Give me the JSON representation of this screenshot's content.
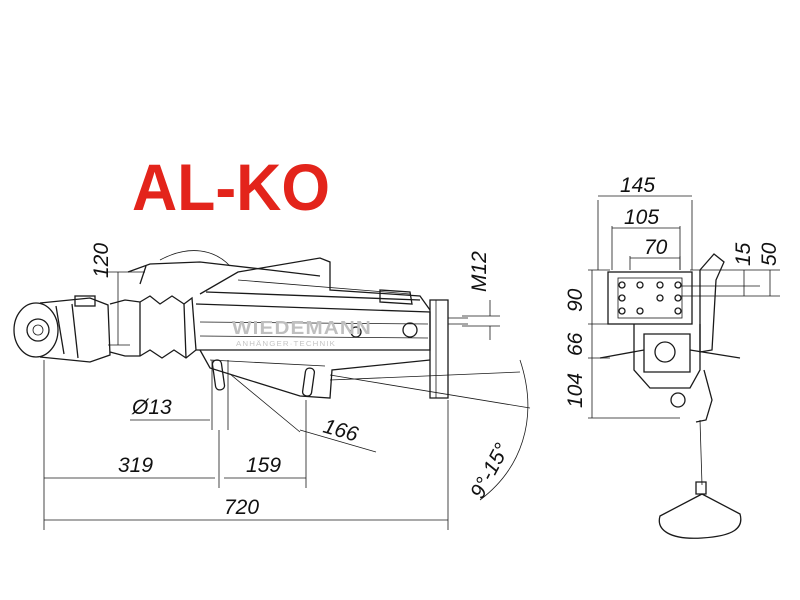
{
  "brand": {
    "logo_text": "AL-KO",
    "logo_color": "#e3241b"
  },
  "watermark": {
    "name": "WIEDEMANN",
    "tagline": "ANHÄNGER·TECHNIK"
  },
  "side_view": {
    "dimensions": {
      "d120": "120",
      "m12": "M12",
      "hole_diameter": "Ø13",
      "d166": "166",
      "d319": "319",
      "d159": "159",
      "d720": "720",
      "angle": "9°-15°"
    }
  },
  "front_view": {
    "dimensions": {
      "d145": "145",
      "d105": "105",
      "d70": "70",
      "d15": "15",
      "d50": "50",
      "d90": "90",
      "d66": "66",
      "d104": "104"
    }
  }
}
